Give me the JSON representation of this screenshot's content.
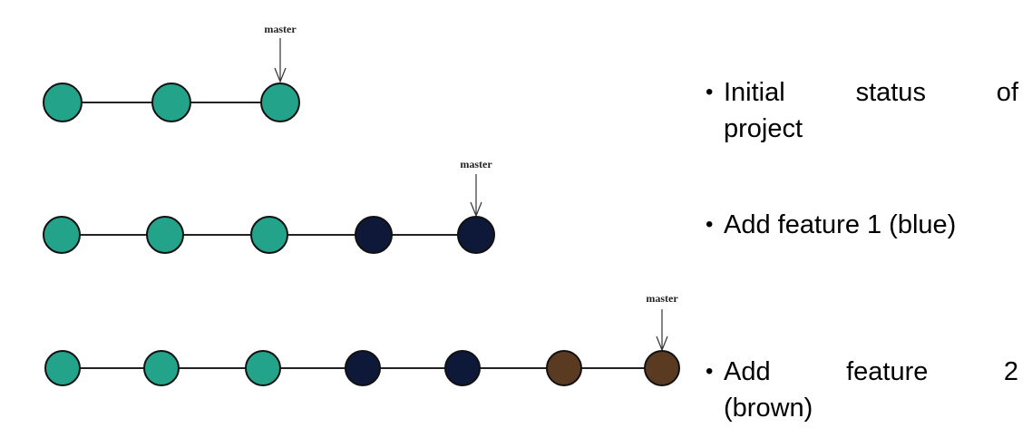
{
  "colors": {
    "initial": "#22A38A",
    "feature1": "#0E1838",
    "feature2": "#5B3A22"
  },
  "rows": [
    {
      "branch_label": "master",
      "commits": [
        "initial",
        "initial",
        "initial"
      ]
    },
    {
      "branch_label": "master",
      "commits": [
        "initial",
        "initial",
        "initial",
        "feature1",
        "feature1"
      ]
    },
    {
      "branch_label": "master",
      "commits": [
        "initial",
        "initial",
        "initial",
        "feature1",
        "feature1",
        "feature2",
        "feature2"
      ]
    }
  ],
  "bullets": [
    {
      "marker": "•",
      "line1": "Initial status of",
      "line2": "project"
    },
    {
      "marker": "•",
      "line1": "Add feature 1 (blue)"
    },
    {
      "marker": "•",
      "line1": "Add feature 2",
      "line2": "(brown)"
    }
  ]
}
